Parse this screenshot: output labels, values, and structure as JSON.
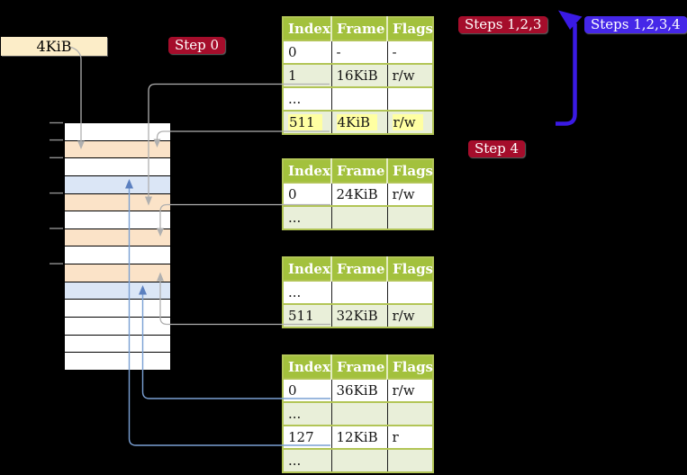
{
  "labels": {
    "page_size": "4KiB",
    "step0": "Step 0",
    "steps123": "Steps 1,2,3",
    "steps1234": "Steps 1,2,3,4",
    "step4": "Step 4"
  },
  "tables": [
    {
      "name": "page-table-1",
      "headers": [
        "Index",
        "Frame",
        "Flags"
      ],
      "rows": [
        [
          "0",
          "-",
          "-"
        ],
        [
          "1",
          "16KiB",
          "r/w"
        ],
        [
          "...",
          "",
          ""
        ],
        [
          "511",
          "4KiB",
          "r/w"
        ]
      ]
    },
    {
      "name": "page-table-2",
      "headers": [
        "Index",
        "Frame",
        "Flags"
      ],
      "rows": [
        [
          "0",
          "24KiB",
          "r/w"
        ],
        [
          "...",
          "",
          ""
        ]
      ]
    },
    {
      "name": "page-table-3",
      "headers": [
        "Index",
        "Frame",
        "Flags"
      ],
      "rows": [
        [
          "...",
          "",
          ""
        ],
        [
          "511",
          "32KiB",
          "r/w"
        ]
      ]
    },
    {
      "name": "page-table-4",
      "headers": [
        "Index",
        "Frame",
        "Flags"
      ],
      "rows": [
        [
          "0",
          "36KiB",
          "r/w"
        ],
        [
          "...",
          "",
          ""
        ],
        [
          "127",
          "12KiB",
          "r"
        ],
        [
          "...",
          "",
          ""
        ]
      ]
    }
  ],
  "memory_stack": {
    "row_types": [
      "free",
      "page-table",
      "free",
      "page",
      "page-table",
      "free",
      "page-table",
      "free",
      "page-table",
      "page",
      "free",
      "free",
      "free",
      "free"
    ]
  },
  "colors": {
    "background": "#000000",
    "badge_red": "#a50d2b",
    "badge_blue": "#4527e8",
    "big_arrow_blue": "#3a1ae4",
    "table_header_green": "#a3c13d",
    "table_row_shade_green": "#e9efd9",
    "table_border_green": "#b2c556",
    "highlight_yellow": "#ffffa2",
    "frame_page_table_peach": "#fbe3c8",
    "frame_mapped_page_blue": "#dbe6f6",
    "memory_label_cream": "#fcedc8",
    "connector_gray": "#b0b0b0",
    "connector_blue": "#7aa0d4",
    "tick_gray": "#8f8f8f"
  }
}
